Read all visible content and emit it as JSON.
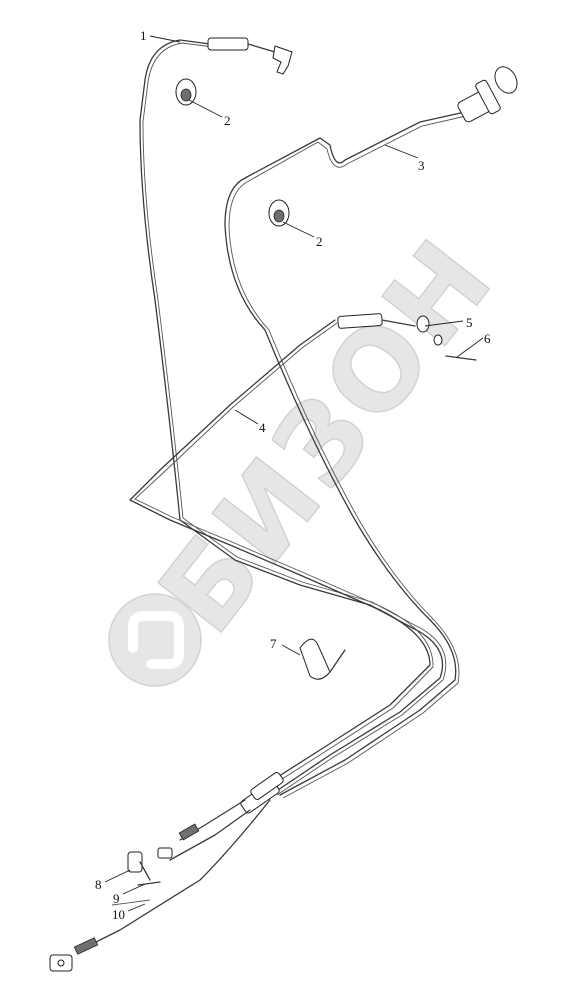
{
  "callouts": [
    {
      "id": "1",
      "label": "1"
    },
    {
      "id": "2a",
      "label": "2"
    },
    {
      "id": "3",
      "label": "3"
    },
    {
      "id": "2b",
      "label": "2"
    },
    {
      "id": "5",
      "label": "5"
    },
    {
      "id": "6",
      "label": "6"
    },
    {
      "id": "4",
      "label": "4"
    },
    {
      "id": "7",
      "label": "7"
    },
    {
      "id": "8",
      "label": "8"
    },
    {
      "id": "9",
      "label": "9"
    },
    {
      "id": "10",
      "label": "10"
    }
  ],
  "watermark": {
    "text": "БИЗОН"
  },
  "colors": {
    "line": "#3a3a3a",
    "watermark": "#e6e6e6",
    "background": "#ffffff"
  }
}
